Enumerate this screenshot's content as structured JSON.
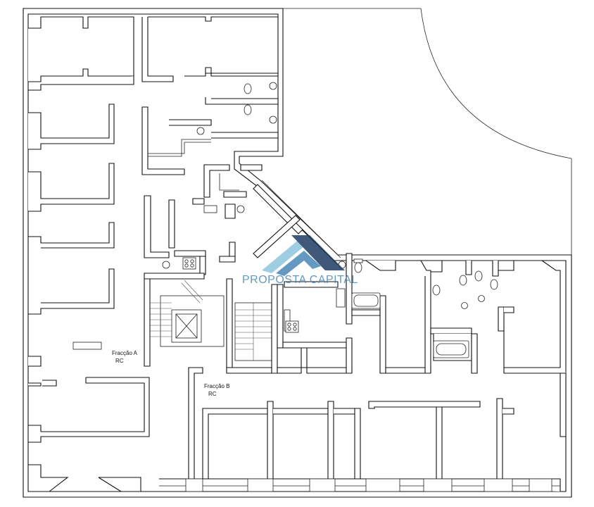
{
  "plan": {
    "units": [
      {
        "name": "Fracção A",
        "level": "RC"
      },
      {
        "name": "Fracção B",
        "level": "RC"
      }
    ]
  },
  "watermark": {
    "text": "PROPOSTA CAPITAL",
    "colors": {
      "dark": "#1f3b63",
      "mid": "#4a88b8",
      "light": "#8ec6dc"
    }
  },
  "icons": [
    "stair-icon",
    "elevator-icon",
    "toilet-icon",
    "bathtub-icon",
    "sink-icon",
    "stove-icon"
  ]
}
